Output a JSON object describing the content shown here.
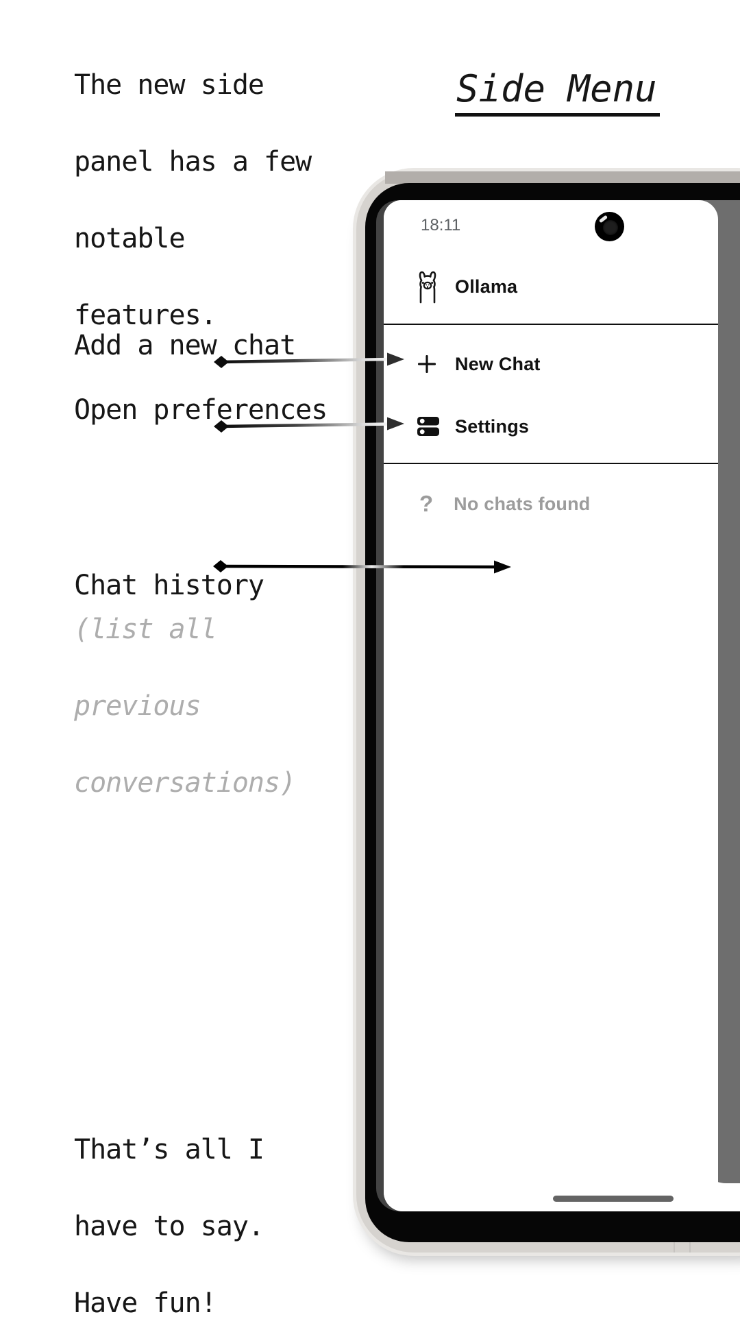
{
  "annotations": {
    "intro_lines": [
      "The new side",
      "panel has a few",
      "notable",
      "features."
    ],
    "title": "Side Menu",
    "add_chat_label": "Add a new chat",
    "open_prefs_label": "Open preferences",
    "chat_history_label": "Chat history",
    "chat_history_note_lines": [
      "(list all",
      "previous",
      "conversations)"
    ],
    "outro_lines": [
      "That’s all I",
      "have to say.",
      "Have fun!"
    ]
  },
  "phone": {
    "status": {
      "time": "18:11"
    },
    "app_header": {
      "name": "Ollama",
      "icon": "llama-logo-icon"
    },
    "menu_items": [
      {
        "label": "New Chat",
        "icon": "plus-icon"
      },
      {
        "label": "Settings",
        "icon": "settings-icon"
      }
    ],
    "empty_state": {
      "icon": "question-mark-icon",
      "label": "No chats found"
    }
  },
  "colors": {
    "frame": "#d6d3cf",
    "frame_top_band": "#b2aeaa",
    "bezel": "#060606",
    "screen_rim": "#434343",
    "dim_scrim": "#6e6e6e",
    "divider": "#101010",
    "muted_text": "#9c9c9c",
    "status_time_text": "#5d6164",
    "home_indicator": "#646464",
    "annotation_muted": "#adadad"
  }
}
